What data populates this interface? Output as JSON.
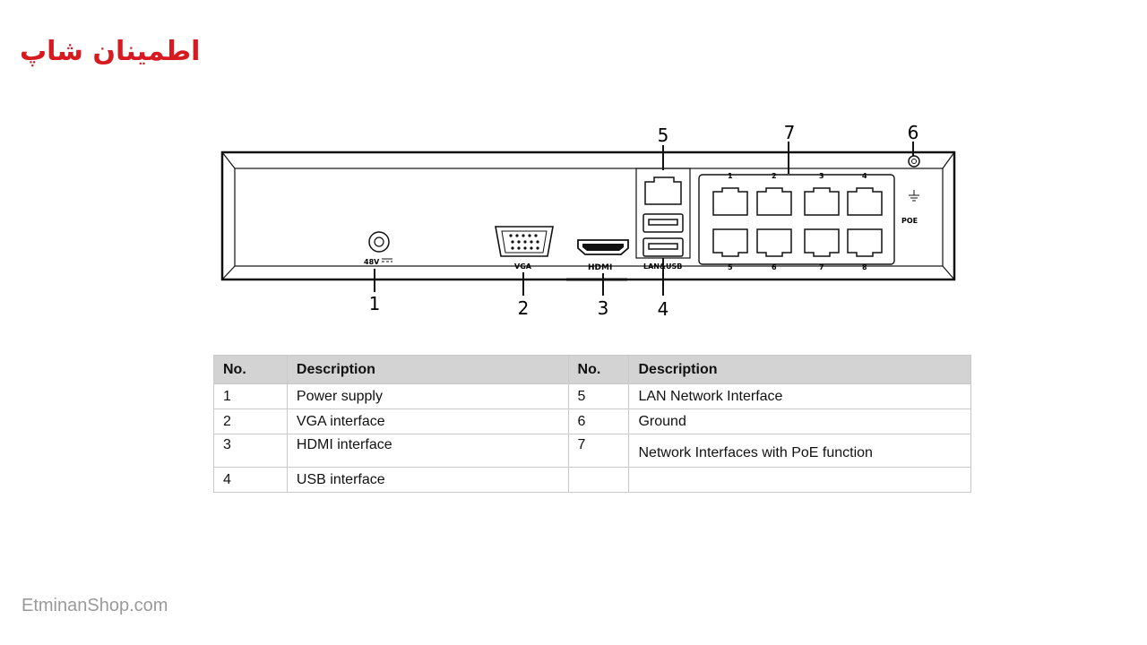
{
  "brand": {
    "logo_text": "اطمینان شاپ",
    "footer_text": "EtminanShop.com"
  },
  "diagram": {
    "port_labels": {
      "power": "48V",
      "vga": "VGA",
      "hdmi": "HDMI",
      "lan_usb": "LAN&USB",
      "poe": "POE"
    },
    "callouts": [
      "1",
      "2",
      "3",
      "4",
      "5",
      "6",
      "7"
    ],
    "poe_top_numbers": [
      "1",
      "2",
      "3",
      "4"
    ],
    "poe_bottom_numbers": [
      "5",
      "6",
      "7",
      "8"
    ]
  },
  "table": {
    "headers": [
      "No.",
      "Description",
      "No.",
      "Description"
    ],
    "rows": [
      [
        "1",
        "Power supply",
        "5",
        "LAN Network Interface"
      ],
      [
        "2",
        "VGA interface",
        "6",
        "Ground"
      ],
      [
        "3",
        "HDMI interface",
        "7",
        "Network Interfaces with PoE function"
      ],
      [
        "4",
        "USB interface",
        "",
        ""
      ]
    ]
  }
}
